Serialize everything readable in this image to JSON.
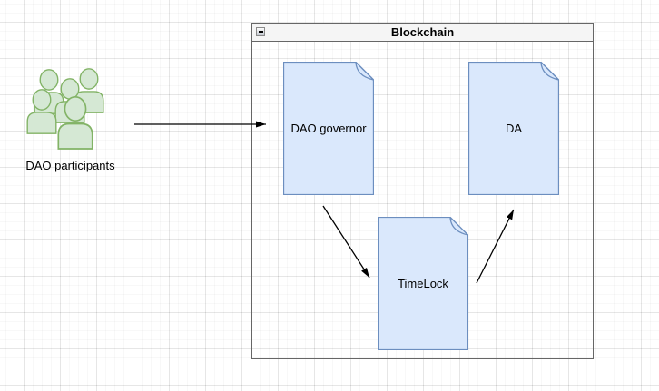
{
  "diagram": {
    "participants": {
      "label": "DAO participants",
      "icon": "people-group-icon"
    },
    "container": {
      "title": "Blockchain",
      "collapse_icon": "minus"
    },
    "nodes": [
      {
        "id": "dao-governor",
        "label": "DAO governor",
        "shape": "note"
      },
      {
        "id": "da",
        "label": "DA",
        "shape": "note"
      },
      {
        "id": "timelock",
        "label": "TimeLock",
        "shape": "note"
      }
    ],
    "edges": [
      {
        "from": "dao-participants",
        "to": "dao-governor"
      },
      {
        "from": "dao-governor",
        "to": "timelock"
      },
      {
        "from": "timelock",
        "to": "da"
      }
    ],
    "colors": {
      "note_fill": "#dae8fc",
      "note_stroke": "#6c8ebf",
      "people_fill": "#d5e8d4",
      "people_stroke": "#82b366",
      "container_border": "#666666",
      "titlebar_fill": "#f5f5f5",
      "arrow": "#000000"
    }
  }
}
